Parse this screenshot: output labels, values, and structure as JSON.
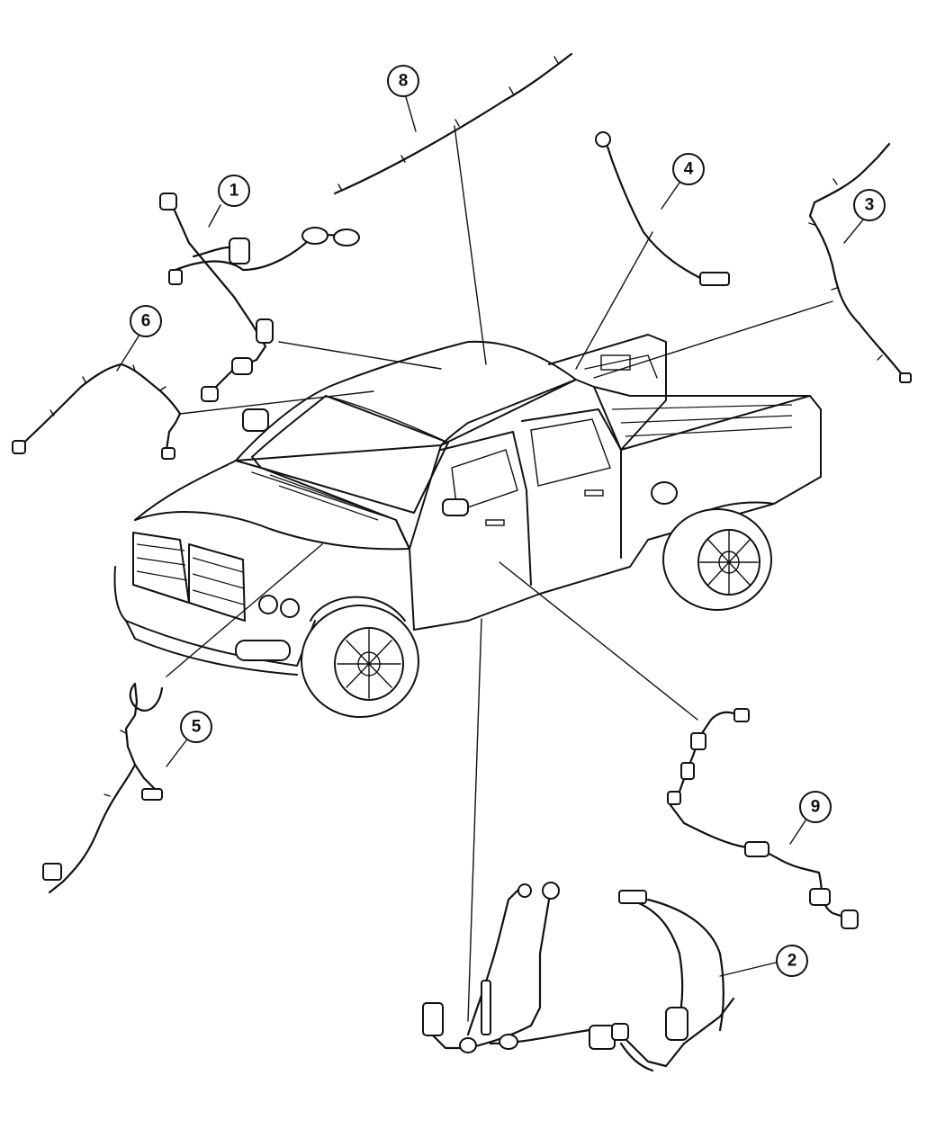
{
  "callouts": [
    {
      "id": "1",
      "label": "1"
    },
    {
      "id": "2",
      "label": "2"
    },
    {
      "id": "3",
      "label": "3"
    },
    {
      "id": "4",
      "label": "4"
    },
    {
      "id": "5",
      "label": "5"
    },
    {
      "id": "6",
      "label": "6"
    },
    {
      "id": "8",
      "label": "8"
    },
    {
      "id": "9",
      "label": "9"
    }
  ]
}
